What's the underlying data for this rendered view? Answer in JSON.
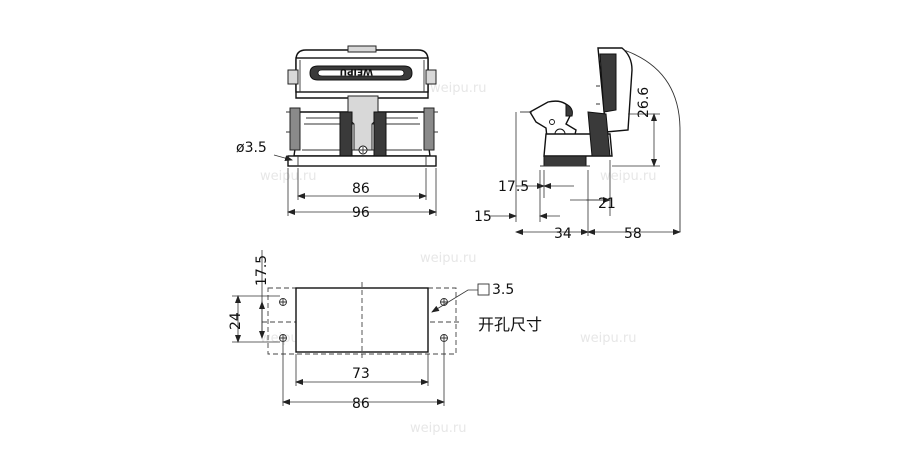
{
  "watermark": "weipu.ru",
  "brand": "WEIPU",
  "front_view": {
    "dims": {
      "hole_diameter": "ø3.5",
      "inner_width": "86",
      "outer_width": "96"
    }
  },
  "side_view": {
    "dims": {
      "height": "26.6",
      "base_height": "17.5",
      "offset_21": "21",
      "offset_15": "15",
      "offset_34": "34",
      "offset_58": "58"
    }
  },
  "cutout": {
    "label": "开孔尺寸",
    "dims": {
      "height_24": "24",
      "pitch_17_5": "17.5",
      "square_3_5": "3.5",
      "width_73": "73",
      "width_86": "86"
    }
  }
}
